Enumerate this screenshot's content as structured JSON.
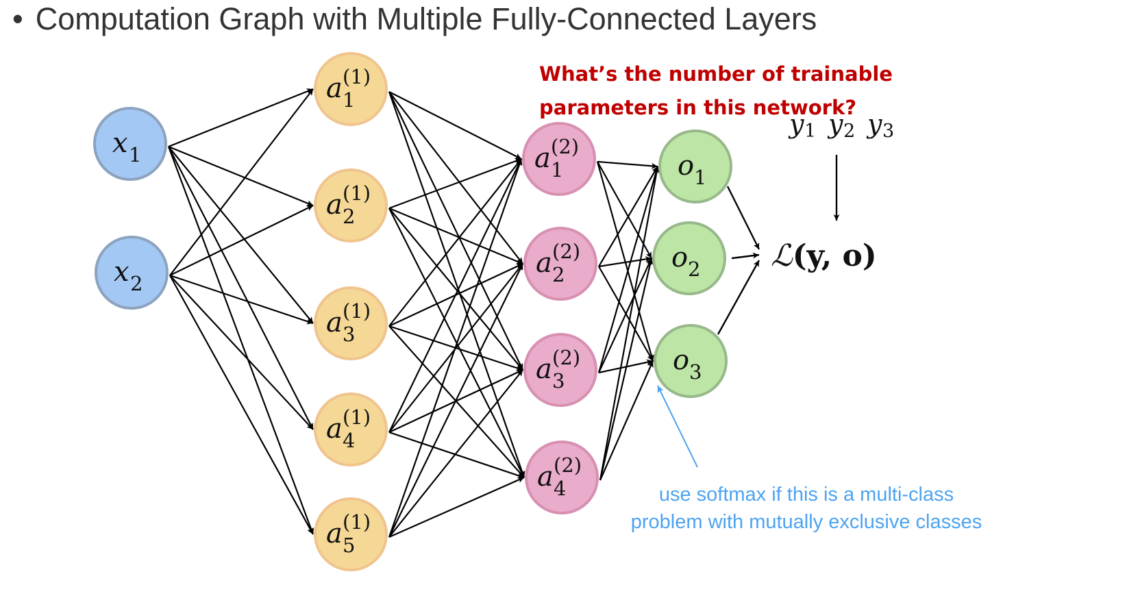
{
  "slide": {
    "bullet": "•",
    "title": "Computation Graph with Multiple Fully-Connected Layers",
    "question_line1": "What’s the number of trainable",
    "question_line2": "parameters in this network?",
    "note_line1": "use softmax if this is a multi-class",
    "note_line2": "problem with mutually exclusive classes"
  },
  "colors": {
    "input_fill": "#a4c8f4",
    "input_stroke": "#8ca3bf",
    "hidden1_fill": "#f5d896",
    "hidden1_stroke": "#f0c48e",
    "hidden2_fill": "#eaaccb",
    "hidden2_stroke": "#d890b2",
    "output_fill": "#bde5a6",
    "output_stroke": "#97b98a",
    "question": "#c00000",
    "note": "#4da3f0",
    "edge": "#000000"
  },
  "network": {
    "layers": [
      {
        "name": "input",
        "nodes": [
          {
            "id": "x1",
            "label": "x",
            "sub": "1"
          },
          {
            "id": "x2",
            "label": "x",
            "sub": "2"
          }
        ]
      },
      {
        "name": "hidden1",
        "nodes": [
          {
            "id": "a1_1",
            "label": "a",
            "sub": "1",
            "sup": "(1)"
          },
          {
            "id": "a2_1",
            "label": "a",
            "sub": "2",
            "sup": "(1)"
          },
          {
            "id": "a3_1",
            "label": "a",
            "sub": "3",
            "sup": "(1)"
          },
          {
            "id": "a4_1",
            "label": "a",
            "sub": "4",
            "sup": "(1)"
          },
          {
            "id": "a5_1",
            "label": "a",
            "sub": "5",
            "sup": "(1)"
          }
        ]
      },
      {
        "name": "hidden2",
        "nodes": [
          {
            "id": "a1_2",
            "label": "a",
            "sub": "1",
            "sup": "(2)"
          },
          {
            "id": "a2_2",
            "label": "a",
            "sub": "2",
            "sup": "(2)"
          },
          {
            "id": "a3_2",
            "label": "a",
            "sub": "3",
            "sup": "(2)"
          },
          {
            "id": "a4_2",
            "label": "a",
            "sub": "4",
            "sup": "(2)"
          }
        ]
      },
      {
        "name": "output",
        "nodes": [
          {
            "id": "o1",
            "label": "o",
            "sub": "1"
          },
          {
            "id": "o2",
            "label": "o",
            "sub": "2"
          },
          {
            "id": "o3",
            "label": "o",
            "sub": "3"
          }
        ]
      }
    ],
    "connectivity": "fully-connected",
    "loss": {
      "label": "ℒ",
      "args": "(y, o)",
      "targets": [
        "y1",
        "y2",
        "y3"
      ]
    },
    "targets_label": [
      {
        "label": "y",
        "sub": "1"
      },
      {
        "label": "y",
        "sub": "2"
      },
      {
        "label": "y",
        "sub": "3"
      }
    ]
  }
}
